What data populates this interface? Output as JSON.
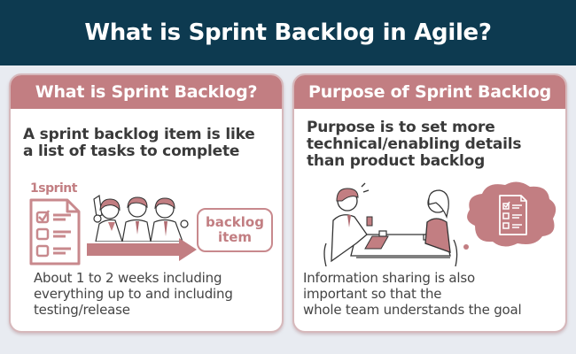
{
  "header": {
    "title": "What is Sprint Backlog in Agile?"
  },
  "colors": {
    "header_bg": "#0d3a50",
    "accent": "#c27e82",
    "page_bg": "#e8ebf1",
    "card_bg": "#ffffff",
    "text_dark": "#3a3a3a"
  },
  "left_card": {
    "title": "What is Sprint Backlog?",
    "lead_lines": [
      "A sprint backlog item is like",
      "a list of tasks to complete"
    ],
    "illustration": {
      "sprint_label": "1sprint",
      "checklist_icon": "checklist-document-icon",
      "team_icon": "team-of-three-icon",
      "arrow_icon": "right-arrow-icon",
      "backlog_box_lines": [
        "backlog",
        "item"
      ]
    },
    "body_lines": [
      "About 1 to 2 weeks including",
      "everything up to and including",
      "testing/release"
    ]
  },
  "right_card": {
    "title": "Purpose of Sprint Backlog",
    "lead_lines": [
      "Purpose is to set more",
      "technical/enabling details",
      "than product backlog"
    ],
    "illustration": {
      "meeting_icon": "two-people-meeting-icon",
      "thought_icon": "thought-cloud-checklist-icon"
    },
    "body_lines": [
      "Information sharing is also",
      "important so that the",
      "whole team understands the goal"
    ]
  }
}
